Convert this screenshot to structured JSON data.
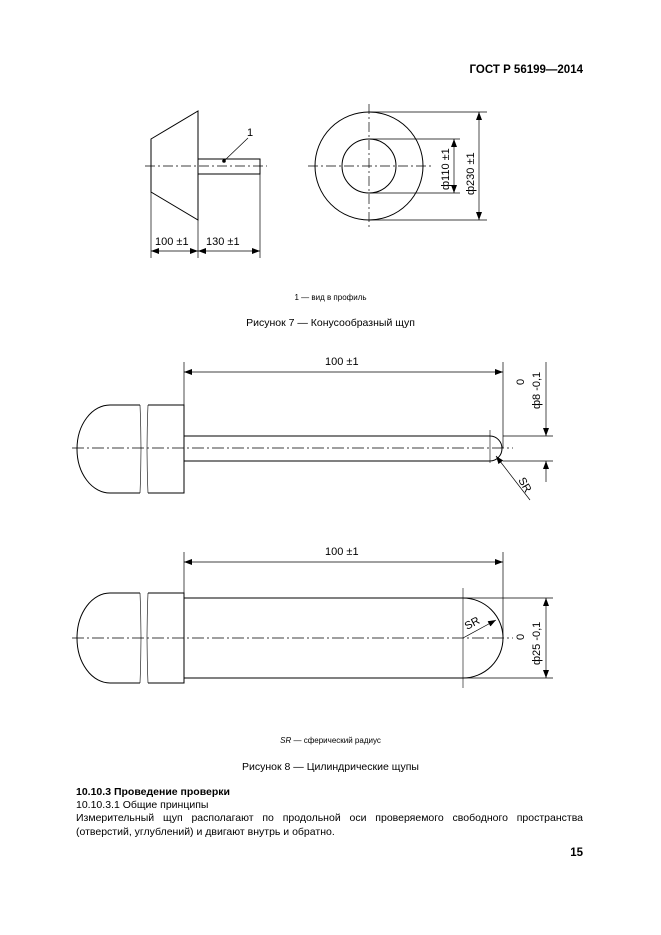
{
  "header": {
    "standard": "ГОСТ Р 56199—2014"
  },
  "figure7": {
    "callout": "1",
    "dim_cone": "100 ±1",
    "dim_shaft": "130 ±1",
    "dim_inner": "ф110 ±1",
    "dim_outer": "ф230 ±1",
    "legend": "1 — вид в профиль",
    "caption": "Рисунок 7 — Конусообразный щуп"
  },
  "figure8": {
    "probe_a": {
      "length": "100 ±1",
      "tol_upper": "0",
      "diameter": "ф8 -0,1",
      "radius": "SR"
    },
    "probe_b": {
      "length": "100 ±1",
      "tol_upper": "0",
      "diameter": "ф25 -0,1",
      "radius": "SR"
    },
    "legend_sym": "SR",
    "legend": " — сферический радиус",
    "caption": "Рисунок 8 — Цилиндрические щупы"
  },
  "section": {
    "heading": "10.10.3 Проведение проверки",
    "subheading": "10.10.3.1 Общие принципы",
    "paragraph": "Измерительный щуп располагают по продольной оси проверяемого свободного пространства (отверстий, углублений) и двигают внутрь и обратно."
  },
  "page_number": "15"
}
